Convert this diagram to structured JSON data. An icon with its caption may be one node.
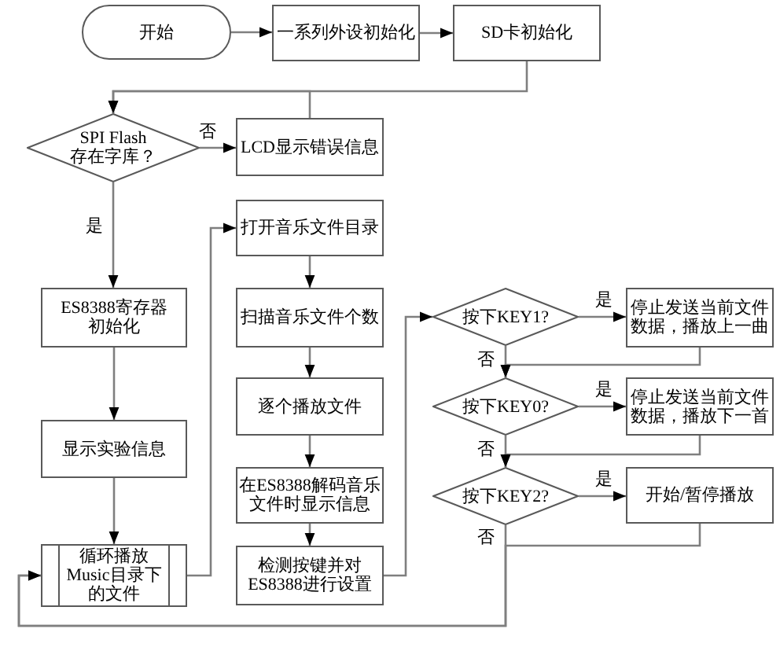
{
  "diagram": {
    "nodes": [
      {
        "text": [
          "开始"
        ]
      },
      {
        "text": [
          "一系列外设初始化"
        ]
      },
      {
        "text": [
          "SD卡初始化"
        ]
      },
      {
        "text": [
          "SPI Flash 存在字库？"
        ]
      },
      {
        "text": [
          "LCD显示错误信息"
        ]
      },
      {
        "text": [
          "ES8388寄存器初始化"
        ]
      },
      {
        "text": [
          "显示实验信息"
        ]
      },
      {
        "text": [
          "循环播放Music目录下的文件"
        ]
      },
      {
        "text": [
          "打开音乐文件目录"
        ]
      },
      {
        "text": [
          "扫描音乐文件个数"
        ]
      },
      {
        "text": [
          "逐个播放文件"
        ]
      },
      {
        "text": [
          "在ES8388解码音乐文件时显示信息"
        ]
      },
      {
        "text": [
          "检测按键并对ES8388进行设置"
        ]
      },
      {
        "text": [
          "按下KEY1?"
        ]
      },
      {
        "text": [
          "停止发送当前文件数据，播放上一曲"
        ]
      },
      {
        "text": [
          "按下KEY0?"
        ]
      },
      {
        "text": [
          "停止发送当前文件数据，播放下一首"
        ]
      },
      {
        "text": [
          "按下KEY2?"
        ]
      },
      {
        "text": [
          "开始/暂停播放"
        ]
      }
    ],
    "edges": [
      {
        "from": 0,
        "to": 1,
        "arrow": "to"
      },
      {
        "from": 1,
        "to": 2,
        "arrow": "to"
      },
      {
        "from": 2,
        "to": 3,
        "arrow": "to"
      },
      {
        "from": 4,
        "to": 3,
        "arrow": "to"
      },
      {
        "from": 3,
        "to": 4,
        "arrow": "to",
        "label": "否"
      },
      {
        "from": 3,
        "to": 5,
        "arrow": "to",
        "label": "是"
      },
      {
        "from": 5,
        "to": 6,
        "arrow": "to"
      },
      {
        "from": 6,
        "to": 7,
        "arrow": "to"
      },
      {
        "from": 7,
        "to": 8,
        "arrow": "to"
      },
      {
        "from": 8,
        "to": 9,
        "arrow": "to"
      },
      {
        "from": 9,
        "to": 10,
        "arrow": "to"
      },
      {
        "from": 10,
        "to": 11,
        "arrow": "to"
      },
      {
        "from": 11,
        "to": 12,
        "arrow": "to"
      },
      {
        "from": 12,
        "to": 13,
        "arrow": "to"
      },
      {
        "from": 13,
        "to": 14,
        "arrow": "to",
        "label": "是"
      },
      {
        "from": 13,
        "to": 15,
        "arrow": "to",
        "label": "否"
      },
      {
        "from": 14,
        "to": 15,
        "arrow": "to"
      },
      {
        "from": 15,
        "to": 16,
        "arrow": "to",
        "label": "是"
      },
      {
        "from": 15,
        "to": 17,
        "arrow": "to",
        "label": "否"
      },
      {
        "from": 16,
        "to": 17,
        "arrow": "to"
      },
      {
        "from": 17,
        "to": 18,
        "arrow": "to",
        "label": "是"
      },
      {
        "from": 17,
        "to": 7,
        "arrow": "to",
        "label": "否"
      },
      {
        "from": 18,
        "to": 7,
        "arrow": "to"
      }
    ]
  }
}
